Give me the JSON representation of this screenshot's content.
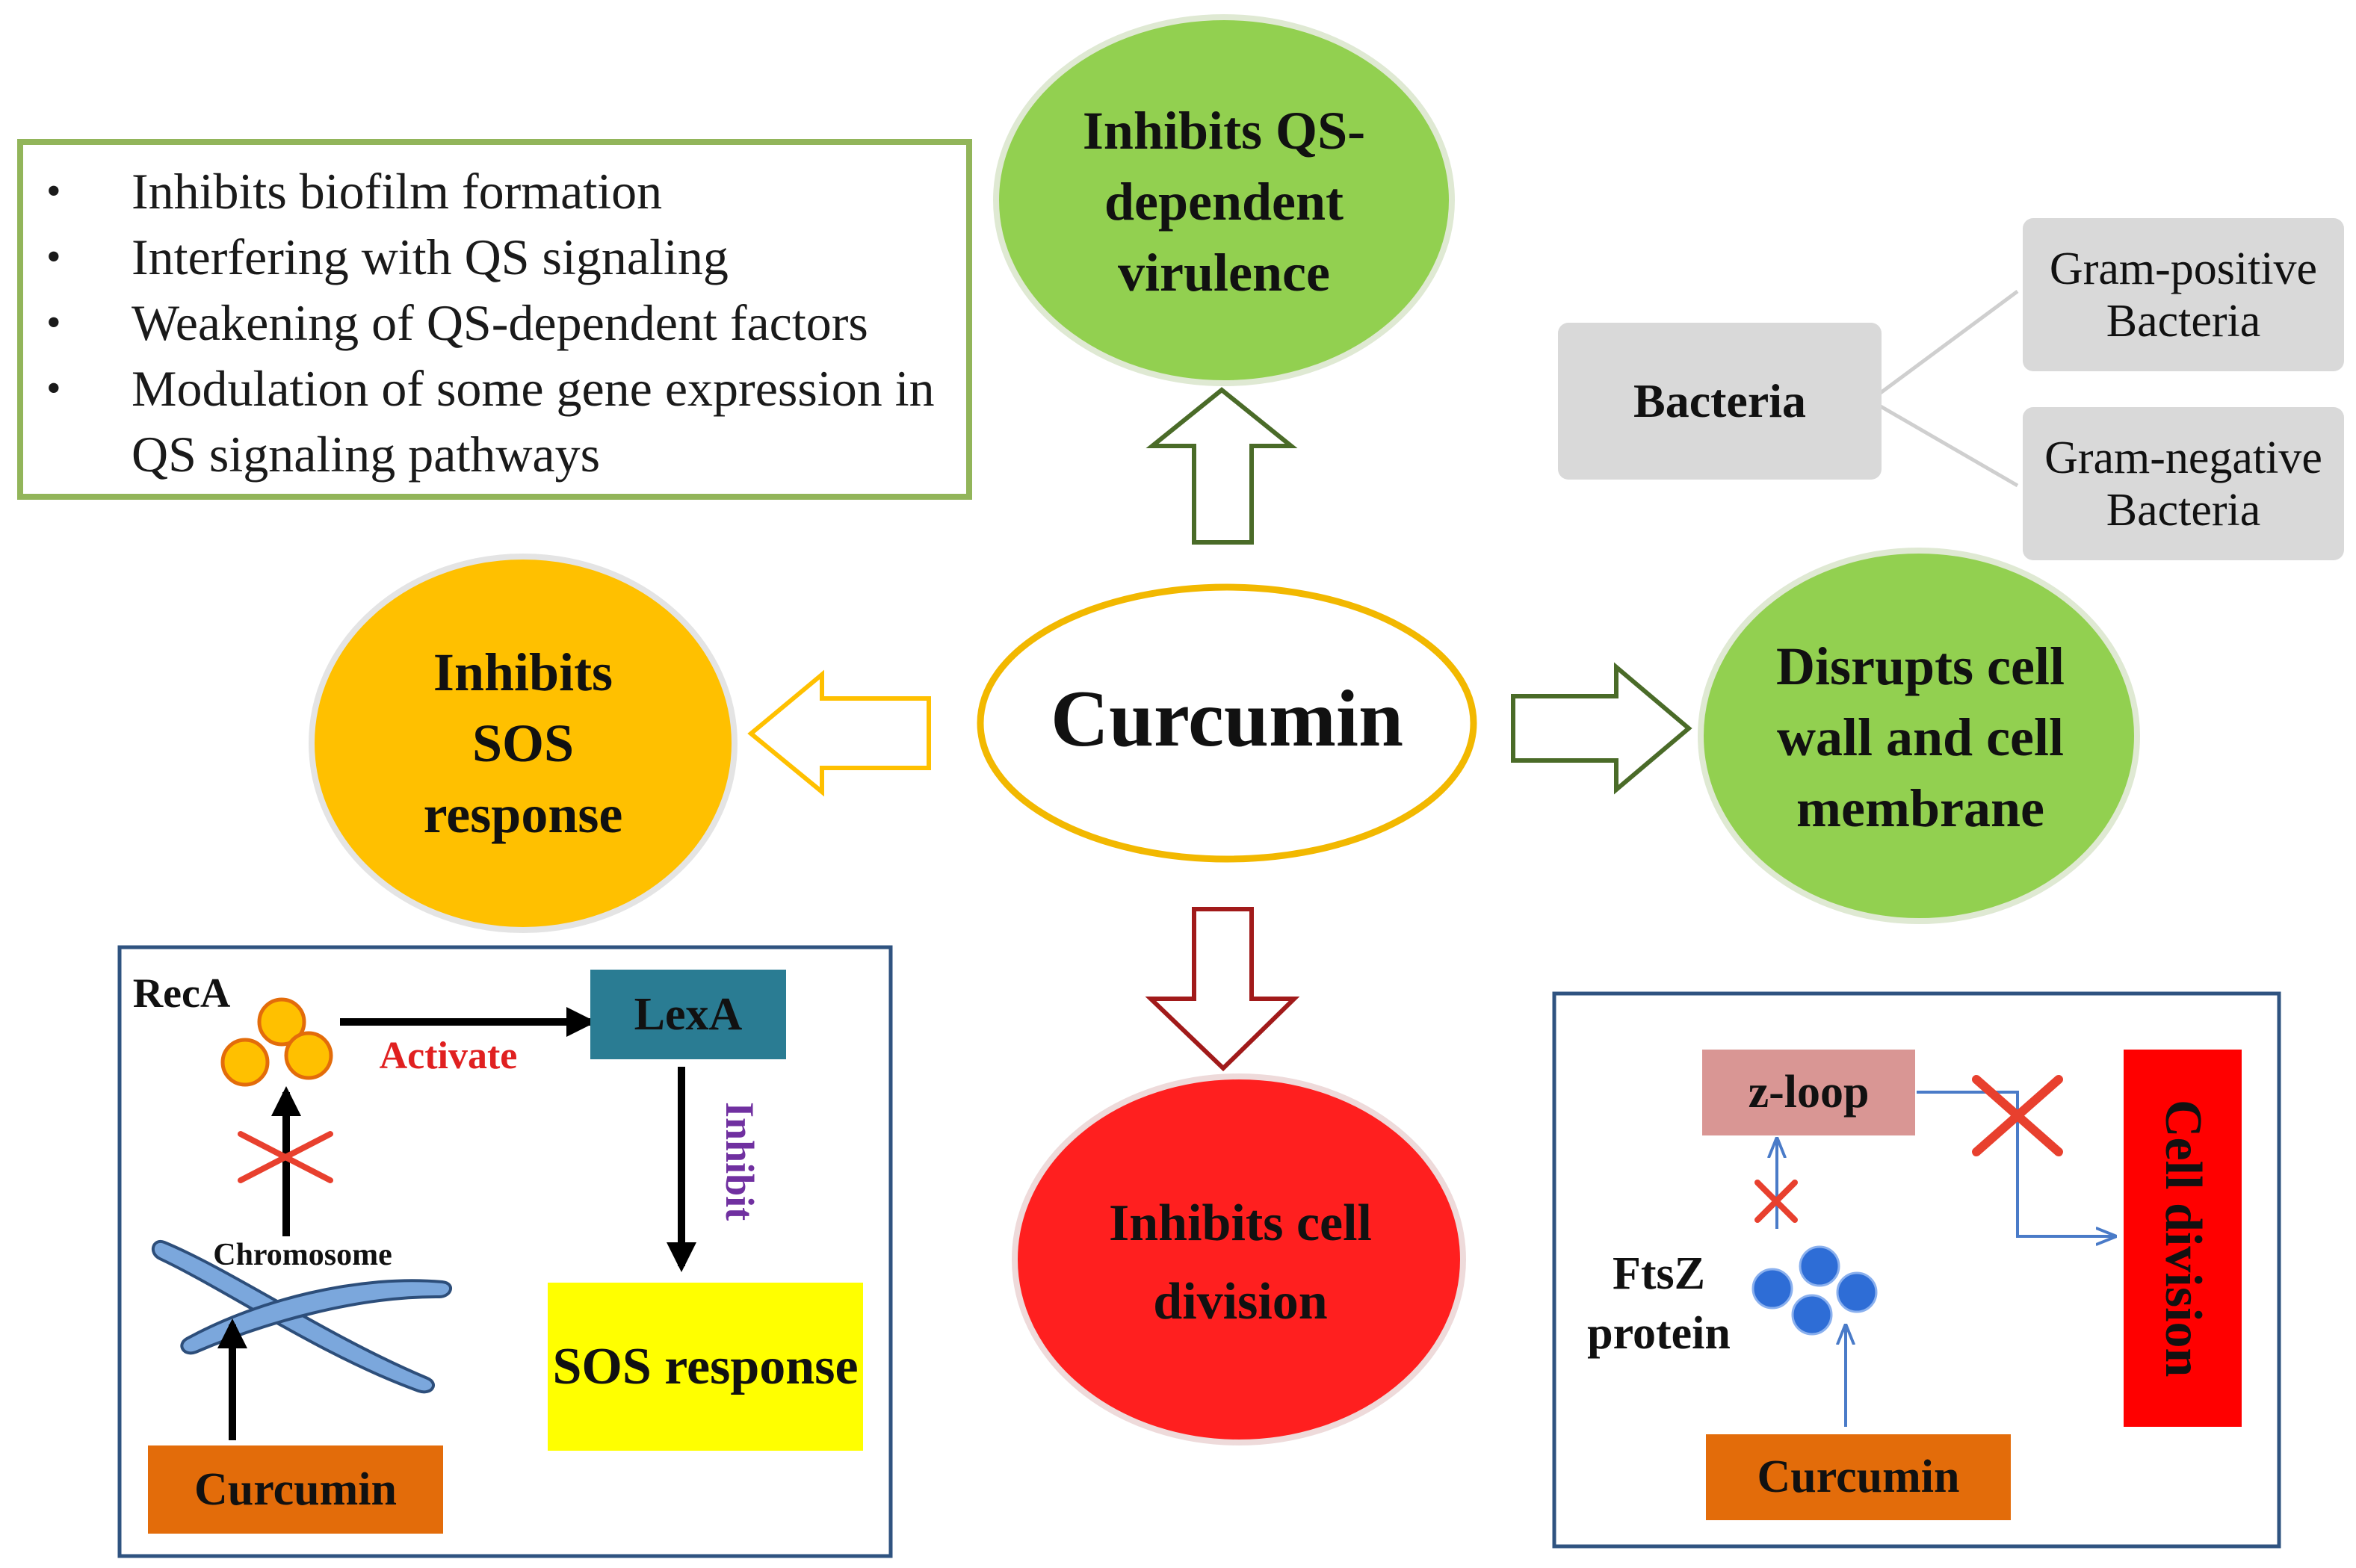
{
  "center": {
    "label": "Curcumin"
  },
  "nodes": {
    "qs": {
      "label": "Inhibits QS-dependent virulence"
    },
    "sos": {
      "label": "Inhibits SOS response"
    },
    "wall": {
      "label": "Disrupts cell wall and cell membrane"
    },
    "division": {
      "label": "Inhibits cell division"
    }
  },
  "qs_box": {
    "bullets": [
      "Inhibits biofilm formation",
      "Interfering with QS signaling",
      "Weakening of QS-dependent factors",
      "Modulation of some gene expression in QS signaling pathways"
    ]
  },
  "bacteria": {
    "root": "Bacteria",
    "positive": "Gram-positive Bacteria",
    "negative": "Gram-negative Bacteria"
  },
  "sos_panel": {
    "reca": "RecA",
    "activate": "Activate",
    "lexa": "LexA",
    "inhibit": "Inhibit",
    "chromosome": "Chromosome",
    "sos": "SOS response",
    "curcumin": "Curcumin"
  },
  "division_panel": {
    "zloop": "z-loop",
    "ftsz": "FtsZ protein",
    "curcumin": "Curcumin",
    "cell_division": "Cell division"
  },
  "colors": {
    "center_outline": "#f2b800",
    "green_node": "#92d050",
    "orange_node": "#ffc000",
    "red_node": "#ff1f1f",
    "green_arrow": "#4a6b28",
    "red_arrow": "#a11a1a",
    "panel_border": "#2f5380",
    "lexa_box": "#2a7c93",
    "curcumin_box": "#e36c0a",
    "sos_box": "#ffff00",
    "zloop_box": "#d99694",
    "cell_division_box": "#ff0000",
    "ftsz_protein": "#2e6dd6",
    "reca_protein": "#ffc000",
    "inhibit_text": "#7030a0",
    "activate_text": "#e02020"
  }
}
